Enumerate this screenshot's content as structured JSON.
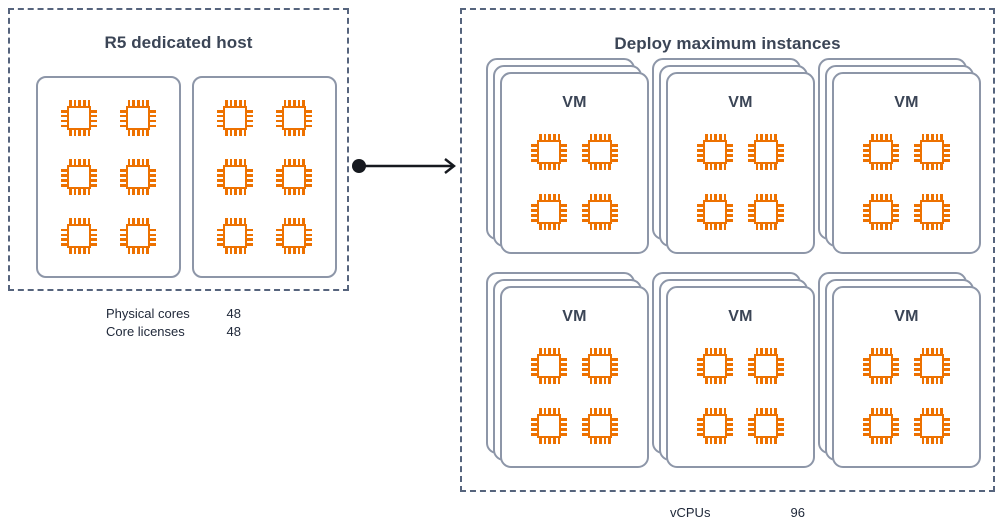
{
  "colors": {
    "chip_orange": "#ED7100",
    "panel_dashed_border": "#56647d",
    "card_border": "#8d96a8",
    "heading_text": "#3b4556",
    "arrow": "#16191f"
  },
  "host_panel": {
    "title": "R5 dedicated host",
    "socket_groups": [
      {
        "name": "socket-group-1",
        "chip_count": 6
      },
      {
        "name": "socket-group-2",
        "chip_count": 6
      }
    ],
    "stats": [
      {
        "label": "Physical cores",
        "value": "48"
      },
      {
        "label": "Core licenses",
        "value": "48"
      }
    ]
  },
  "deploy_panel": {
    "title": "Deploy maximum instances",
    "vm_stacks": [
      {
        "label": "VM",
        "chip_count": 4,
        "cards_in_stack": 3
      },
      {
        "label": "VM",
        "chip_count": 4,
        "cards_in_stack": 3
      },
      {
        "label": "VM",
        "chip_count": 4,
        "cards_in_stack": 3
      },
      {
        "label": "VM",
        "chip_count": 4,
        "cards_in_stack": 3
      },
      {
        "label": "VM",
        "chip_count": 4,
        "cards_in_stack": 3
      },
      {
        "label": "VM",
        "chip_count": 4,
        "cards_in_stack": 3
      }
    ],
    "stats": [
      {
        "label": "vCPUs",
        "value": "96"
      }
    ]
  },
  "connector": {
    "name": "flow-arrow",
    "start_marker": "filled-circle",
    "end_marker": "open-arrowhead"
  }
}
